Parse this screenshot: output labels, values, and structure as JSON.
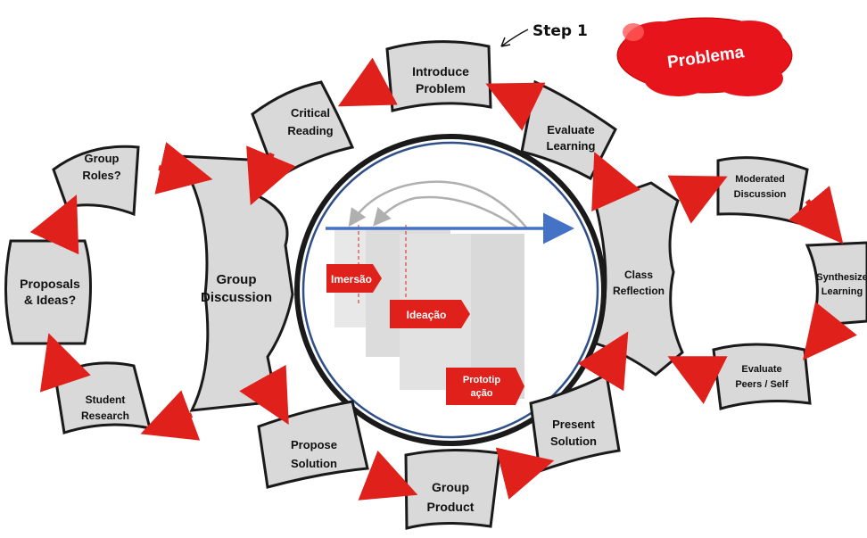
{
  "step_label": "Step 1",
  "cloud_label": "Problema",
  "nodes": {
    "introduce_problem": [
      "Introduce",
      "Problem"
    ],
    "critical_reading": [
      "Critical",
      "Reading"
    ],
    "evaluate_learning": [
      "Evaluate",
      "Learning"
    ],
    "group_roles": [
      "Group",
      "Roles?"
    ],
    "proposals_ideas": [
      "Proposals",
      "& Ideas?"
    ],
    "student_research": [
      "Student",
      "Research"
    ],
    "group_discussion": [
      "Group",
      "Discussion"
    ],
    "propose_solution": [
      "Propose",
      "Solution"
    ],
    "group_product": [
      "Group",
      "Product"
    ],
    "present_solution": [
      "Present",
      "Solution"
    ],
    "class_reflection": [
      "Class",
      "Reflection"
    ],
    "moderated_discussion": [
      "Moderated",
      "Discussion"
    ],
    "synthesize_learning": [
      "Synthesize",
      "Learning"
    ],
    "evaluate_peers": [
      "Evaluate",
      "Peers / Self"
    ]
  },
  "phases": {
    "imersao": "Imersão",
    "ideacao": "Ideação",
    "prototipacao": [
      "Prototip",
      "ação"
    ]
  },
  "colors": {
    "card_fill": "#d9d9d9",
    "card_stroke": "#1a1a1a",
    "arrow_red": "#e0201b",
    "center_ring": "#2f4f8a",
    "timeline_blue": "#4472c4",
    "phase_red": "#e0201b",
    "cloud_red": "#e8141c"
  }
}
